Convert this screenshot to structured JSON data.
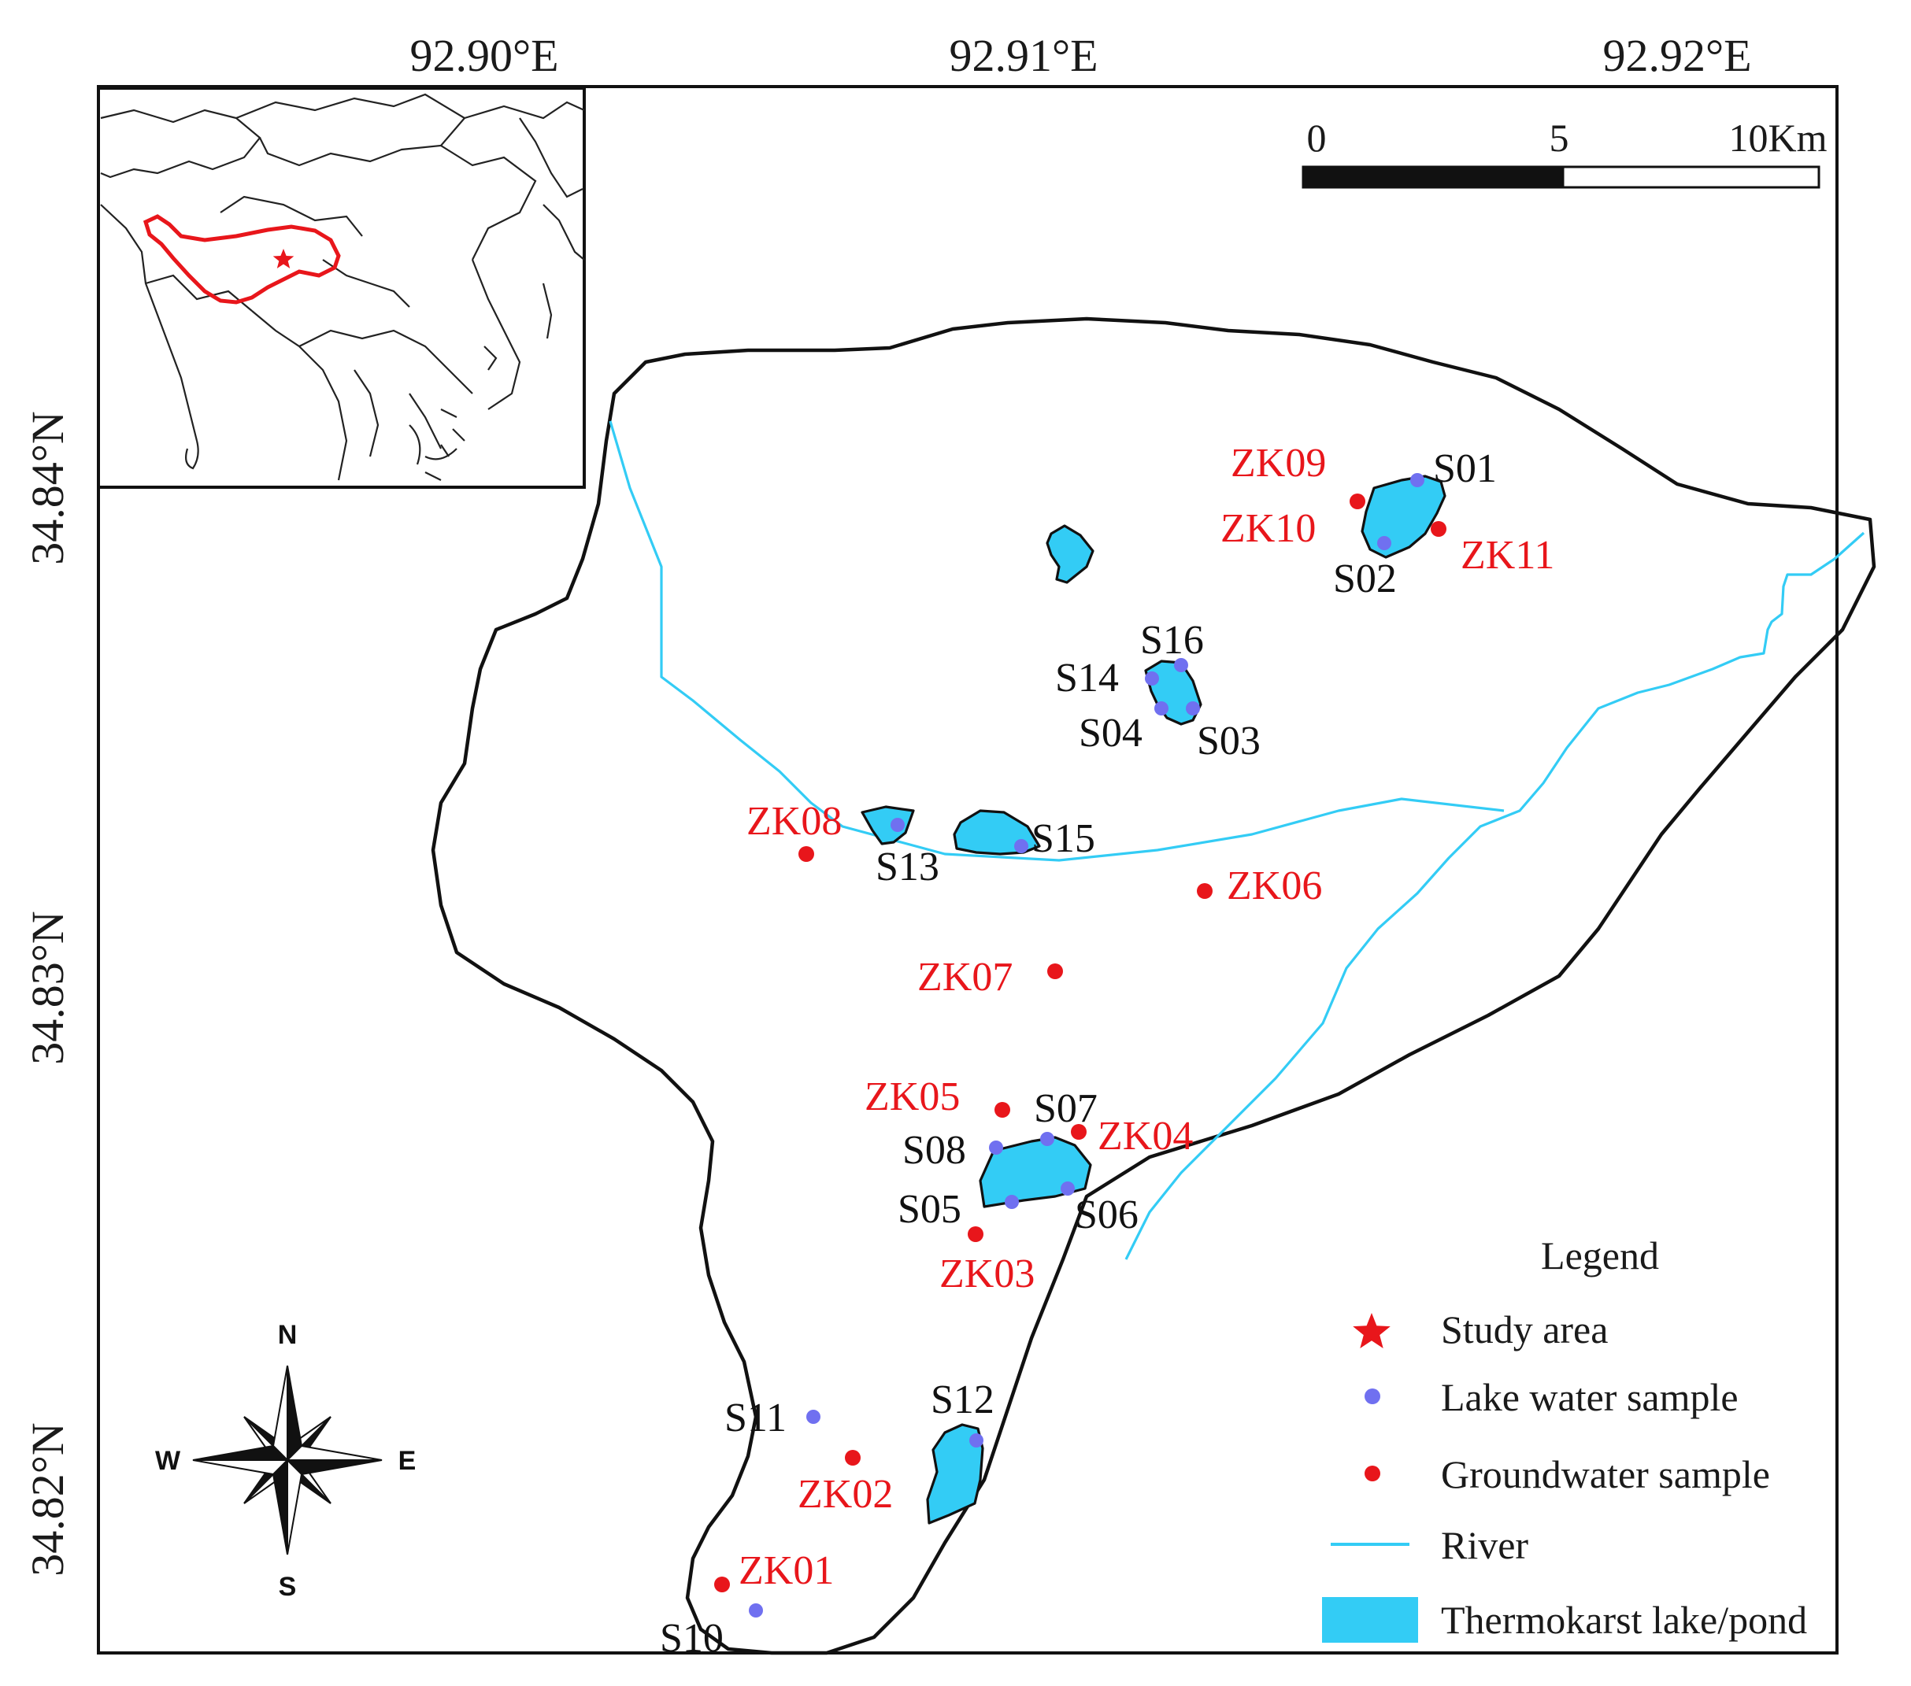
{
  "map": {
    "lon_labels": [
      "92.90°E",
      "92.91°E",
      "92.92°E"
    ],
    "lat_labels": [
      "34.84°N",
      "34.83°N",
      "34.82°N"
    ],
    "scale_bar": {
      "ticks": [
        "0",
        "5",
        "10Km"
      ]
    },
    "compass": {
      "n": "N",
      "s": "S",
      "e": "E",
      "w": "W"
    },
    "legend": {
      "title": "Legend",
      "study_area": "Study area",
      "lake_sample": "Lake water sample",
      "groundwater_sample": "Groundwater sample",
      "river": "River",
      "lake": "Thermokarst lake/pond"
    },
    "colors": {
      "lake_fill": "#33ccf5",
      "river": "#33ccf5",
      "lake_sample": "#7070f0",
      "groundwater_sample": "#e8161b",
      "study_area": "#e8161b",
      "boundary": "#111111"
    },
    "lake_samples": [
      "S01",
      "S02",
      "S03",
      "S04",
      "S05",
      "S06",
      "S07",
      "S08",
      "S10",
      "S11",
      "S12",
      "S13",
      "S14",
      "S15",
      "S16"
    ],
    "groundwater_samples": [
      "ZK01",
      "ZK02",
      "ZK03",
      "ZK04",
      "ZK05",
      "ZK06",
      "ZK07",
      "ZK08",
      "ZK09",
      "ZK10",
      "ZK11"
    ]
  }
}
